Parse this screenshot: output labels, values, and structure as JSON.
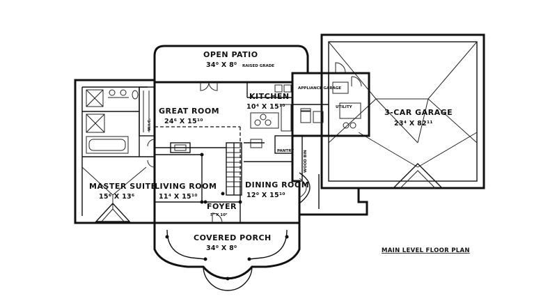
{
  "title": "MAIN LEVEL FLOOR PLAN",
  "rooms": {
    "open_patio": {
      "name": "OPEN PATIO",
      "dims": "34⁰ X 8⁰"
    },
    "raised_grade": "RAISED GRADE",
    "kitchen": {
      "name": "KITCHEN",
      "dims": "10⁴ X 15¹⁰"
    },
    "appliance_garage": "APPLIANCE GARAGE",
    "great_room": {
      "name": "GREAT ROOM",
      "dims": "24⁶ X 15¹⁰"
    },
    "utility": "UTILITY",
    "garage": {
      "name": "3-CAR GARAGE",
      "dims": "23⁴ X 82¹¹"
    },
    "master_suite": {
      "name": "MASTER SUITE",
      "dims": "15⁶ X 13⁶"
    },
    "living_room": {
      "name": "LIVING ROOM",
      "dims": "11⁴ X 15¹⁰"
    },
    "dining_room": {
      "name": "DINING ROOM",
      "dims": "12⁰ X 15¹⁰"
    },
    "foyer": {
      "name": "FOYER",
      "dims": "5⁰ X 10⁰"
    },
    "covered_porch": {
      "name": "COVERED PORCH",
      "dims": "34⁰ X 8⁰"
    },
    "pantry": "PANTRY",
    "wood_bin": "WOOD BIN",
    "wic": "W.I.C."
  }
}
